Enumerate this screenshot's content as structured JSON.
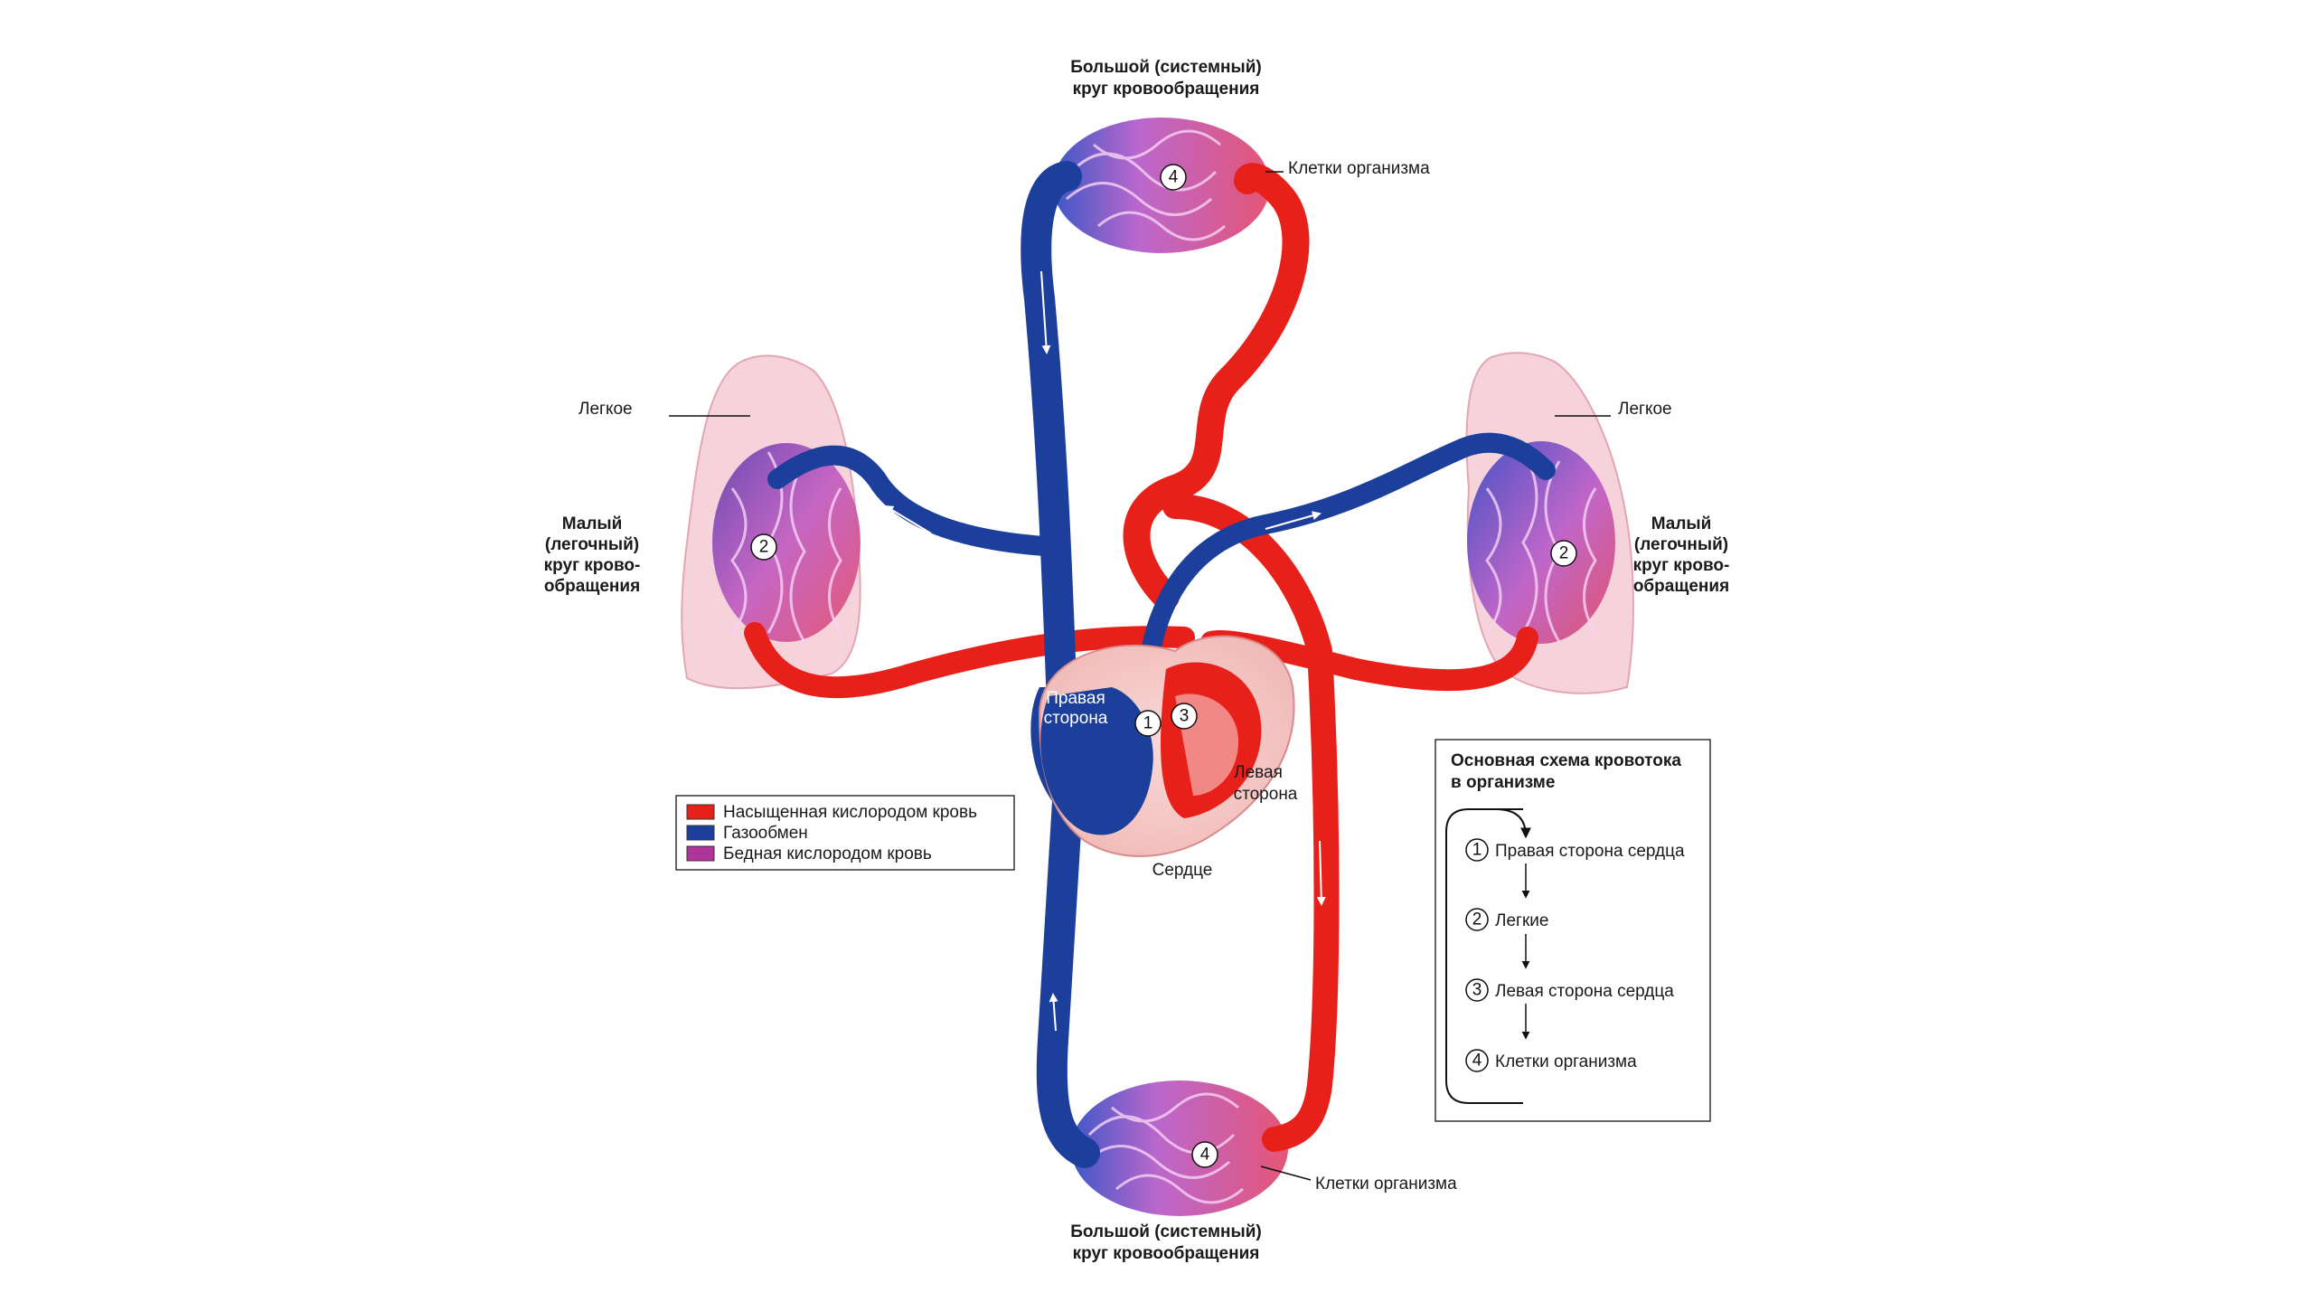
{
  "labels": {
    "systemic_top": [
      "Большой (системный)",
      "круг кровообращения"
    ],
    "systemic_bottom": [
      "Большой (системный)",
      "круг кровообращения"
    ],
    "cells_top": "Клетки организма",
    "cells_bottom": "Клетки организма",
    "lung_left": "Легкое",
    "lung_right": "Легкое",
    "pulmonary_left": [
      "Малый",
      "(легочный)",
      "круг крово-",
      "обращения"
    ],
    "pulmonary_right": [
      "Малый",
      "(легочный)",
      "круг крово-",
      "обращения"
    ],
    "right_side": [
      "Правая",
      "сторона"
    ],
    "left_side": [
      "Левая",
      "сторона"
    ],
    "heart": "Сердце"
  },
  "markers": {
    "one": "1",
    "two": "2",
    "three": "3",
    "four": "4"
  },
  "legend": {
    "items": [
      {
        "label": "Насыщенная кислородом кровь",
        "color": "#e8201a"
      },
      {
        "label": "Газообмен",
        "color": "#1c3f9c"
      },
      {
        "label": "Бедная кислородом кровь",
        "color": "#b0359a"
      }
    ]
  },
  "scheme": {
    "title": [
      "Основная схема кровотока",
      "в организме"
    ],
    "steps": [
      {
        "num": "1",
        "label": "Правая сторона сердца"
      },
      {
        "num": "2",
        "label": "Легкие"
      },
      {
        "num": "3",
        "label": "Левая сторона сердца"
      },
      {
        "num": "4",
        "label": "Клетки организма"
      }
    ]
  },
  "colors": {
    "oxygenated": "#e8201a",
    "deoxygenated": "#1c3f9c",
    "exchange": "#b0359a",
    "lung": "#f6d6dc"
  }
}
